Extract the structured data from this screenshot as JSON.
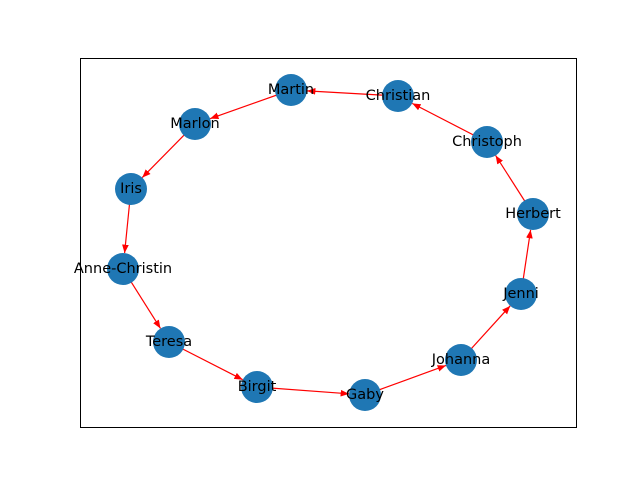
{
  "graph": {
    "type": "directed",
    "node_color": "#1f77b4",
    "edge_color": "#ff0000",
    "nodes": [
      "Martin",
      "Christian",
      "Christoph",
      "Herbert",
      "Jenni",
      "Johanna",
      "Gaby",
      "Birgit",
      "Teresa",
      "Anne-Christin",
      "Iris",
      "Marlon"
    ],
    "edges": [
      [
        "Christian",
        "Martin"
      ],
      [
        "Martin",
        "Marlon"
      ],
      [
        "Marlon",
        "Iris"
      ],
      [
        "Iris",
        "Anne-Christin"
      ],
      [
        "Anne-Christin",
        "Teresa"
      ],
      [
        "Teresa",
        "Birgit"
      ],
      [
        "Birgit",
        "Gaby"
      ],
      [
        "Gaby",
        "Johanna"
      ],
      [
        "Johanna",
        "Jenni"
      ],
      [
        "Jenni",
        "Herbert"
      ],
      [
        "Herbert",
        "Christoph"
      ],
      [
        "Christoph",
        "Christian"
      ]
    ]
  }
}
